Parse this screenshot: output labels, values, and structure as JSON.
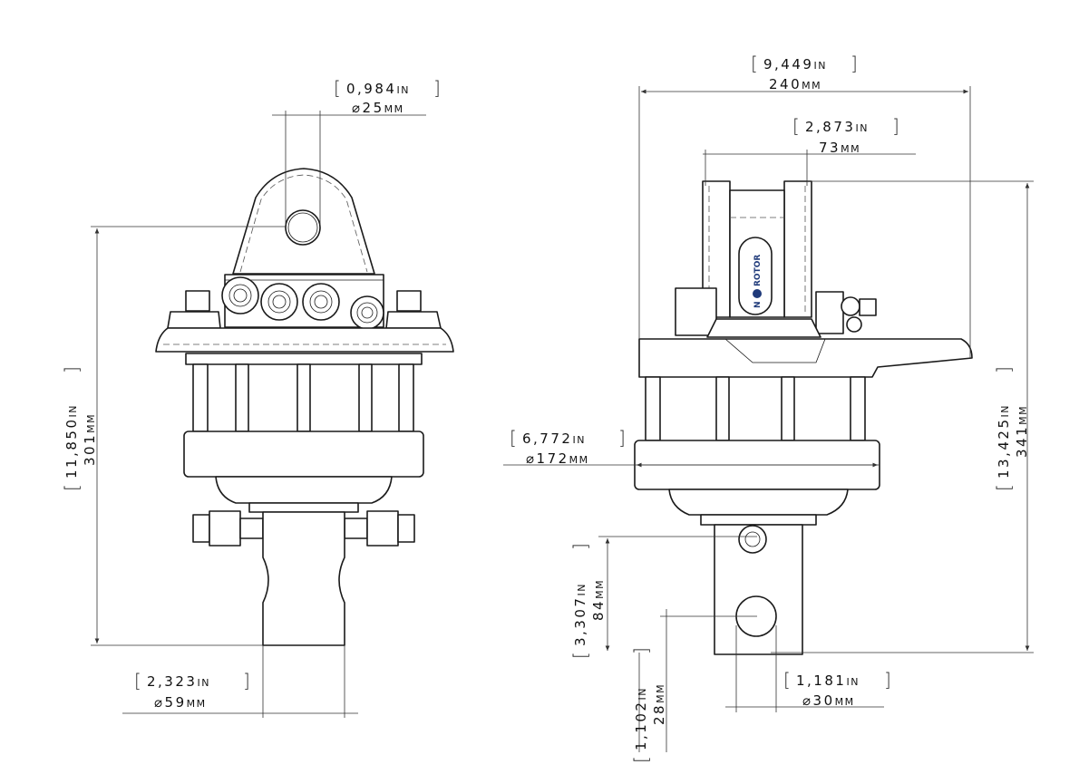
{
  "drawing": {
    "logo_text": "ROTOR",
    "logo_letter": "N",
    "dimensions": {
      "pin_hole": {
        "inch": "0,984",
        "inch_unit": "IN",
        "mm": "⌀25",
        "mm_unit": "MM"
      },
      "height_left": {
        "inch": "11,850",
        "inch_unit": "IN",
        "mm": "301",
        "mm_unit": "MM"
      },
      "shaft_left": {
        "inch": "2,323",
        "inch_unit": "IN",
        "mm": "⌀59",
        "mm_unit": "MM"
      },
      "total_width": {
        "inch": "9,449",
        "inch_unit": "IN",
        "mm": "240",
        "mm_unit": "MM"
      },
      "fork_width": {
        "inch": "2,873",
        "inch_unit": "IN",
        "mm": "73",
        "mm_unit": "MM"
      },
      "height_right": {
        "inch": "13,425",
        "inch_unit": "IN",
        "mm": "341",
        "mm_unit": "MM"
      },
      "body_diameter": {
        "inch": "6,772",
        "inch_unit": "IN",
        "mm": "⌀172",
        "mm_unit": "MM"
      },
      "shaft_length": {
        "inch": "3,307",
        "inch_unit": "IN",
        "mm": "84",
        "mm_unit": "MM"
      },
      "hole_offset": {
        "inch": "1,102",
        "inch_unit": "IN",
        "mm": "28",
        "mm_unit": "MM"
      },
      "shaft_hole": {
        "inch": "1,181",
        "inch_unit": "IN",
        "mm": "⌀30",
        "mm_unit": "MM"
      }
    }
  }
}
